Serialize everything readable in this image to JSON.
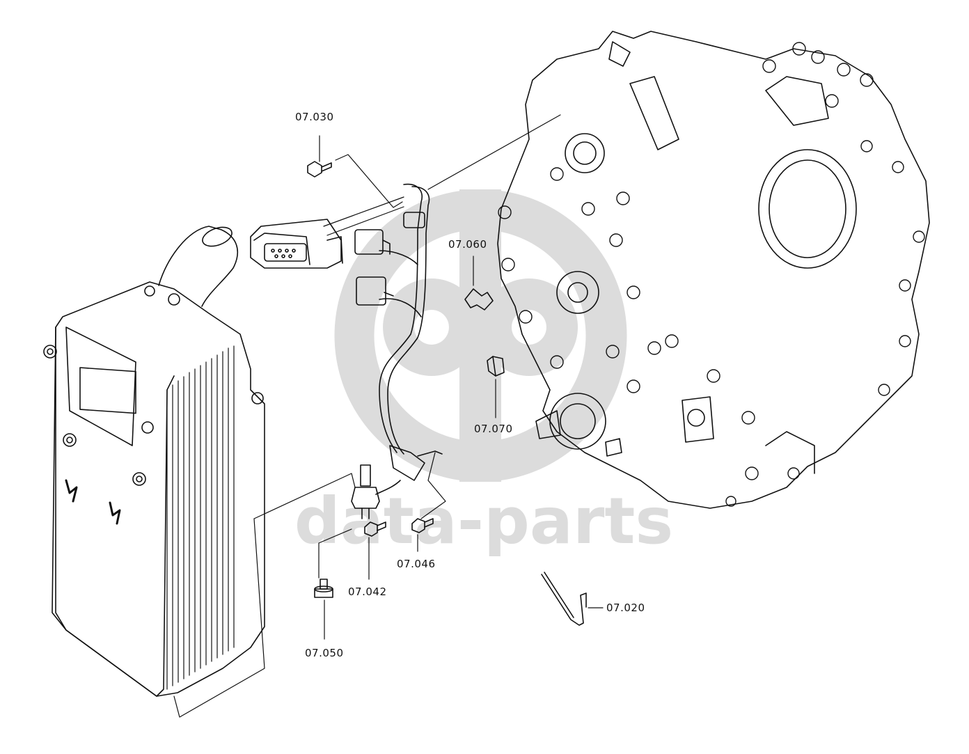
{
  "watermark": {
    "text": "data-parts",
    "color": "#d9d9d9"
  },
  "callouts": {
    "c07020": "07.020",
    "c07030": "07.030",
    "c07042": "07.042",
    "c07046": "07.046",
    "c07050": "07.050",
    "c07060": "07.060",
    "c07070": "07.070"
  },
  "colors": {
    "ink": "#111111",
    "paper": "#ffffff",
    "watermark": "#d9d9d9"
  }
}
